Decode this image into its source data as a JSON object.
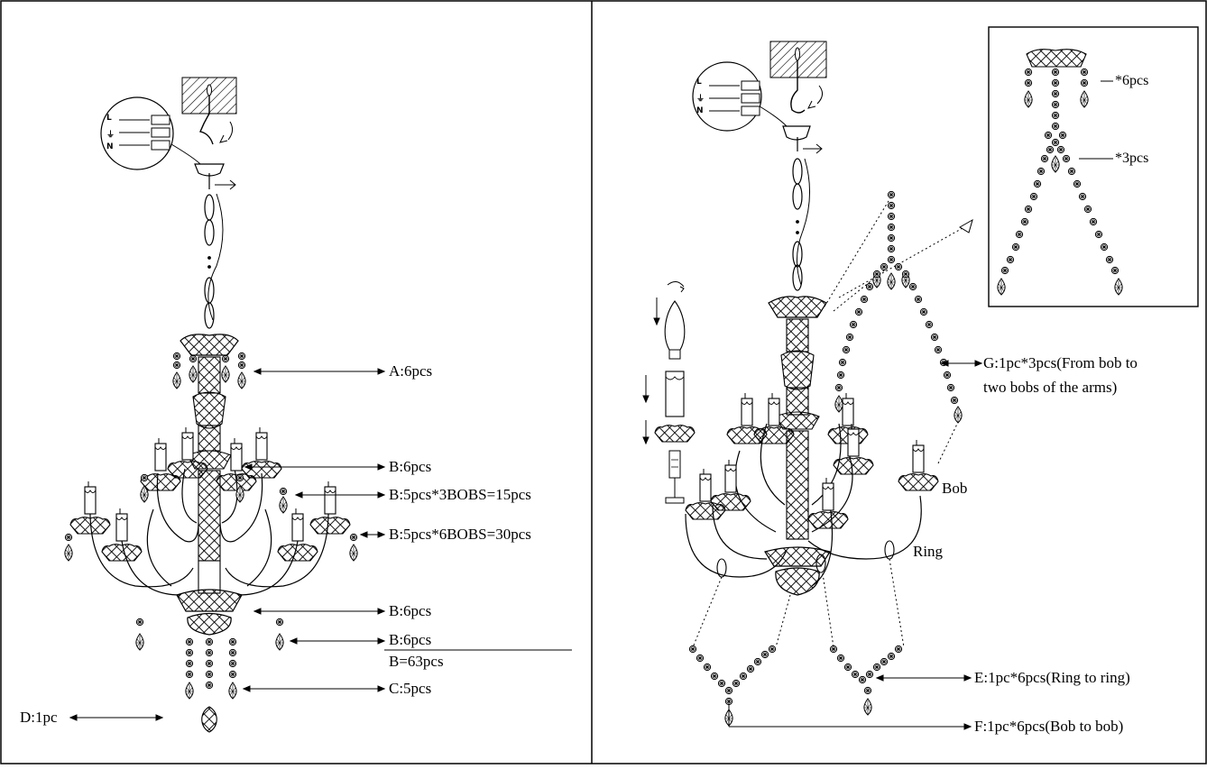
{
  "left_panel": {
    "labels": {
      "a": "A:6pcs",
      "b1": "B:6pcs",
      "b2": "B:5pcs*3BOBS=15pcs",
      "b3": "B:5pcs*6BOBS=30pcs",
      "b4": "B:6pcs",
      "b5": "B:6pcs",
      "b_total": "B=63pcs",
      "c": "C:5pcs",
      "d": "D:1pc"
    }
  },
  "right_panel": {
    "labels": {
      "inset_6": "*6pcs",
      "inset_3": "*3pcs",
      "g_line1": "G:1pc*3pcs(From bob to",
      "g_line2": "two bobs of the arms)",
      "bob": "Bob",
      "ring": "Ring",
      "e": "E:1pc*6pcs(Ring to ring)",
      "f": "F:1pc*6pcs(Bob to bob)"
    }
  },
  "wiring": {
    "line": "L",
    "earth": "⏚",
    "neutral": "N"
  }
}
